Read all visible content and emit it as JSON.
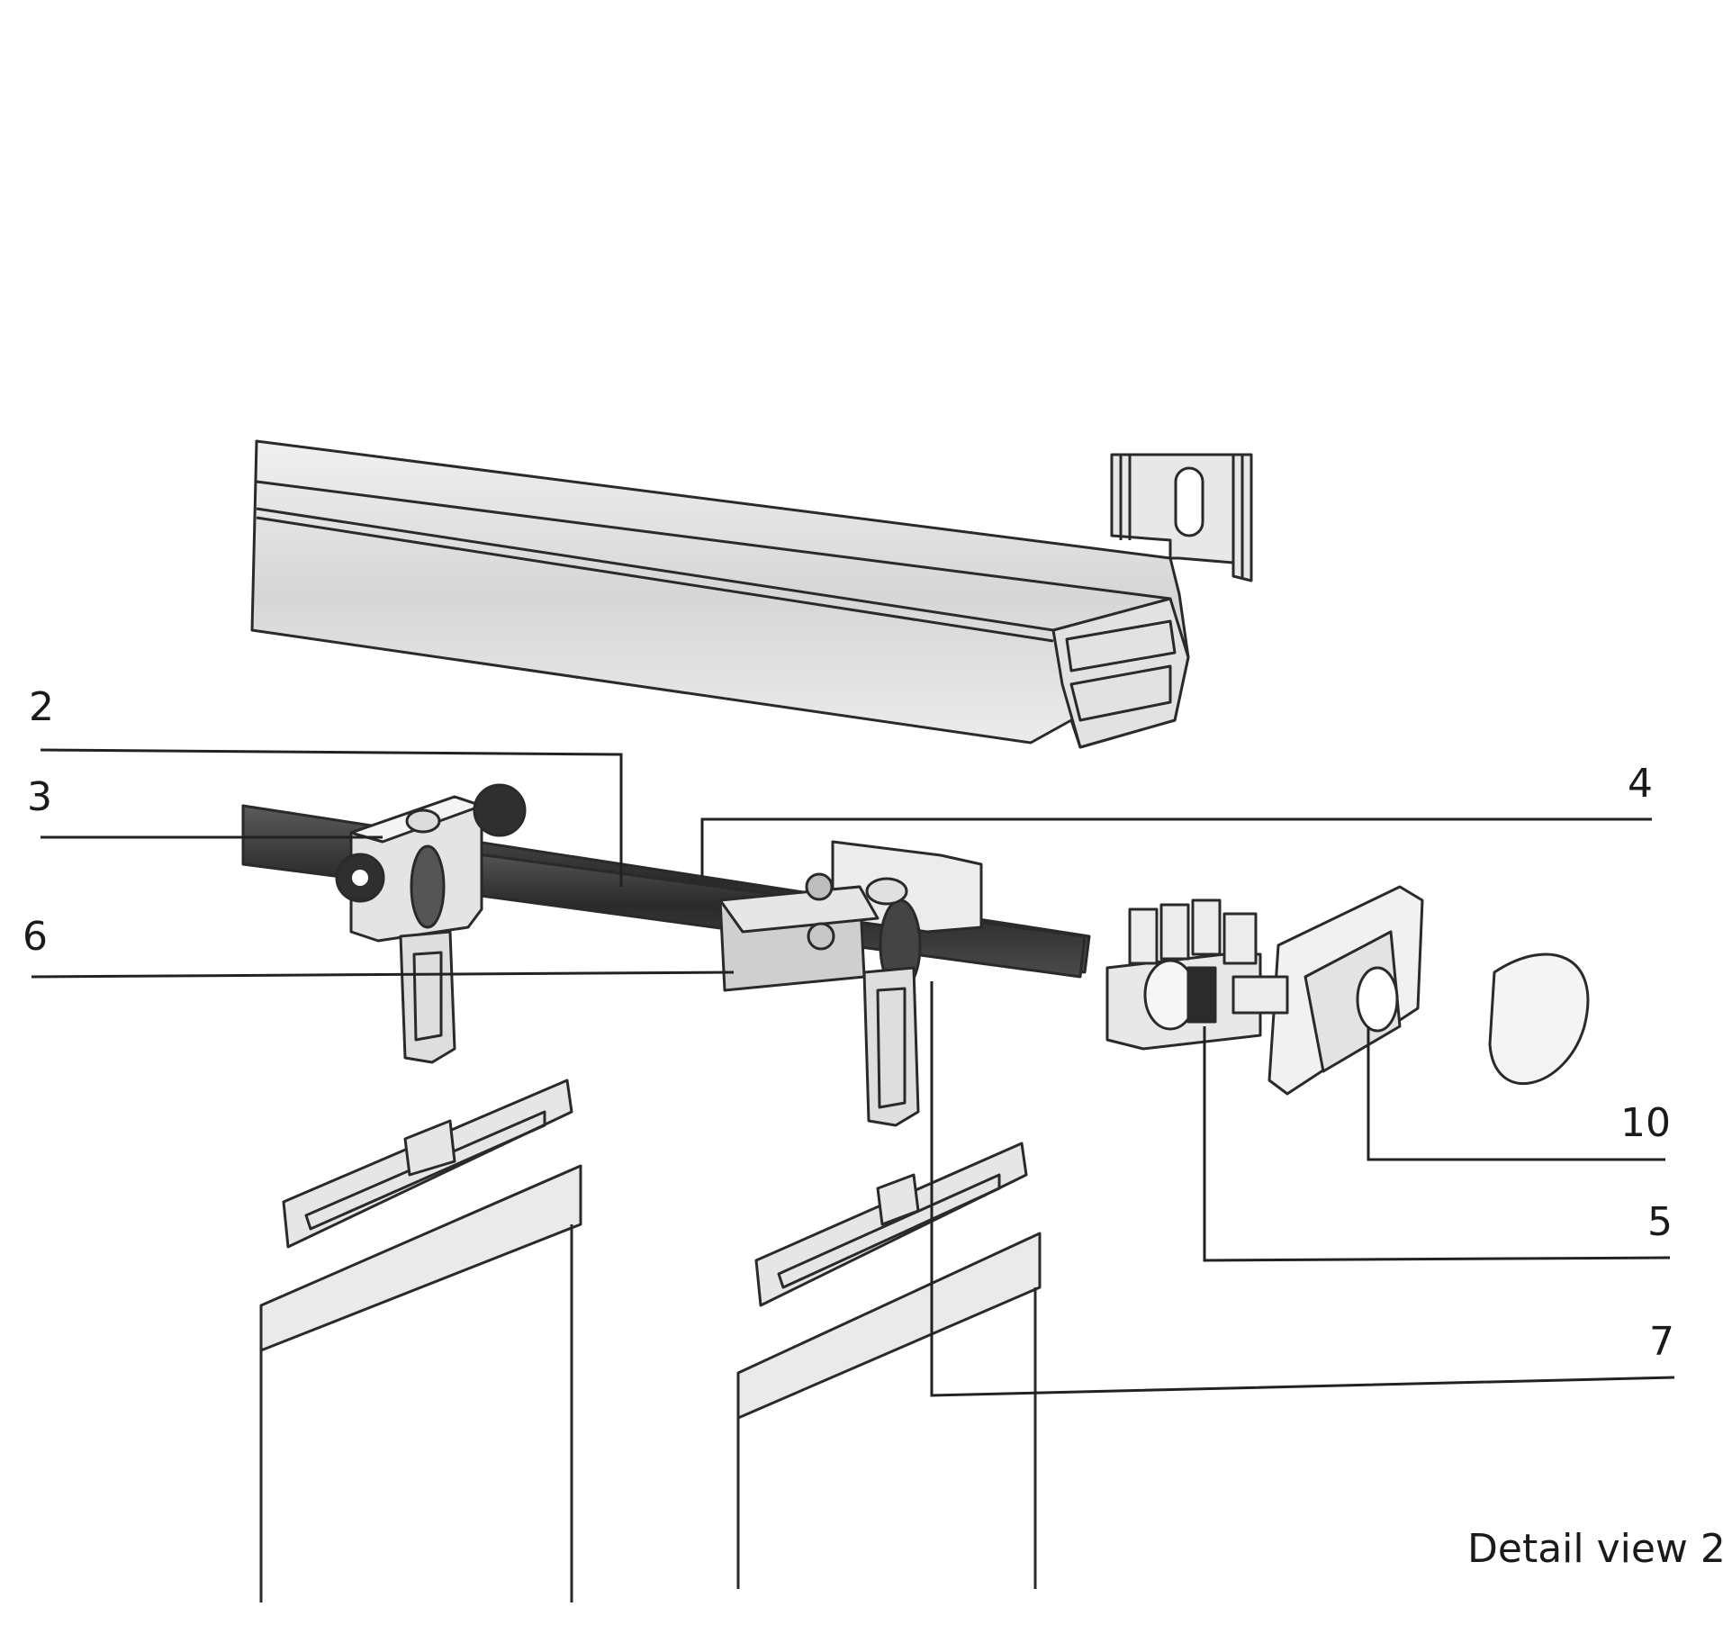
{
  "diagram": {
    "caption": "Detail view 2",
    "callouts": [
      {
        "id": "c2",
        "label": "2"
      },
      {
        "id": "c3",
        "label": "3"
      },
      {
        "id": "c6",
        "label": "6"
      },
      {
        "id": "c4",
        "label": "4"
      },
      {
        "id": "c10",
        "label": "10"
      },
      {
        "id": "c5",
        "label": "5"
      },
      {
        "id": "c7",
        "label": "7"
      }
    ]
  }
}
